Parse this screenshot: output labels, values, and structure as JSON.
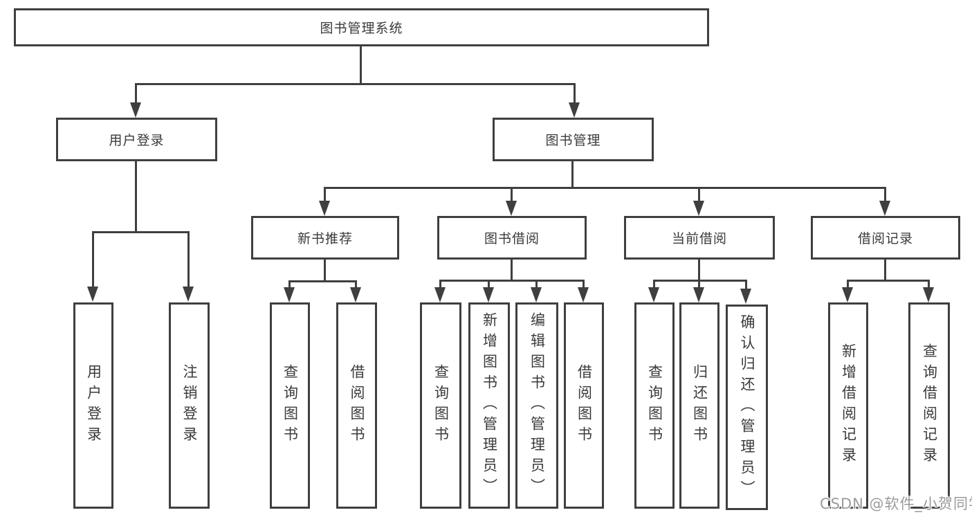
{
  "colors": {
    "line": "#3f3f3f",
    "text": "#3a3a3a",
    "background": "#ffffff",
    "watermark": "#9b9b9b"
  },
  "watermark": {
    "text": "CSDN @软件_小贺同学"
  },
  "nodes": {
    "root": {
      "label": "图书管理系统"
    },
    "level2": {
      "user_login": {
        "label": "用户登录"
      },
      "book_management": {
        "label": "图书管理"
      }
    },
    "level3": {
      "new_book_recommend": {
        "label": "新书推荐"
      },
      "book_borrowing": {
        "label": "图书借阅"
      },
      "current_borrowing": {
        "label": "当前借阅"
      },
      "borrowing_records": {
        "label": "借阅记录"
      }
    },
    "leaves": {
      "user_login_leaf": {
        "label": "用户登录"
      },
      "logout_leaf": {
        "label": "注销登录"
      },
      "nbr_query_books": {
        "label": "查询图书"
      },
      "nbr_borrow_books": {
        "label": "借阅图书"
      },
      "bb_query_books": {
        "label": "查询图书"
      },
      "bb_add_books": {
        "label": "新增图书（管理员）"
      },
      "bb_edit_books": {
        "label": "编辑图书（管理员）"
      },
      "bb_borrow_books": {
        "label": "借阅图书"
      },
      "cb_query_books": {
        "label": "查询图书"
      },
      "cb_return_books": {
        "label": "归还图书"
      },
      "cb_confirm_return": {
        "label": "确认归还（管理员）"
      },
      "br_add_record": {
        "label": "新增借阅记录"
      },
      "br_query_record": {
        "label": "查询借阅记录"
      }
    }
  }
}
